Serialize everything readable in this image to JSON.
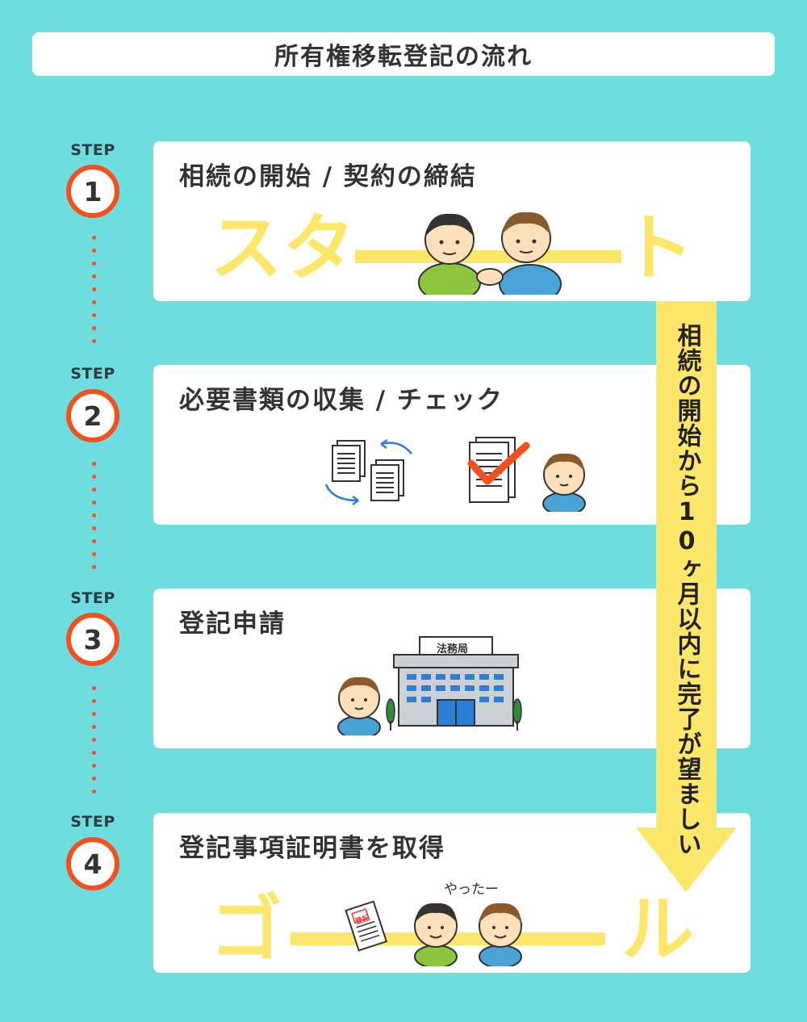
{
  "title": "所有権移転登記の流れ",
  "step_word": "STEP",
  "steps": [
    {
      "number": "1",
      "title": "相続の開始 / 契約の締結"
    },
    {
      "number": "2",
      "title": "必要書類の収集 / チェック"
    },
    {
      "number": "3",
      "title": "登記申請"
    },
    {
      "number": "4",
      "title": "登記事項証明書を取得"
    }
  ],
  "start_word": {
    "left": "スタ",
    "right": "ト"
  },
  "goal_word": {
    "left": "ゴ",
    "right": "ル"
  },
  "arrow_text": "相続の開始から10ヶ月以内に完了が望ましい",
  "building_sign": "法務局",
  "document_stamp": "登記",
  "cheer_text": "やったー",
  "colors": {
    "background": "#6ddde0",
    "accent": "#f4501e",
    "highlight": "#fde76a"
  }
}
